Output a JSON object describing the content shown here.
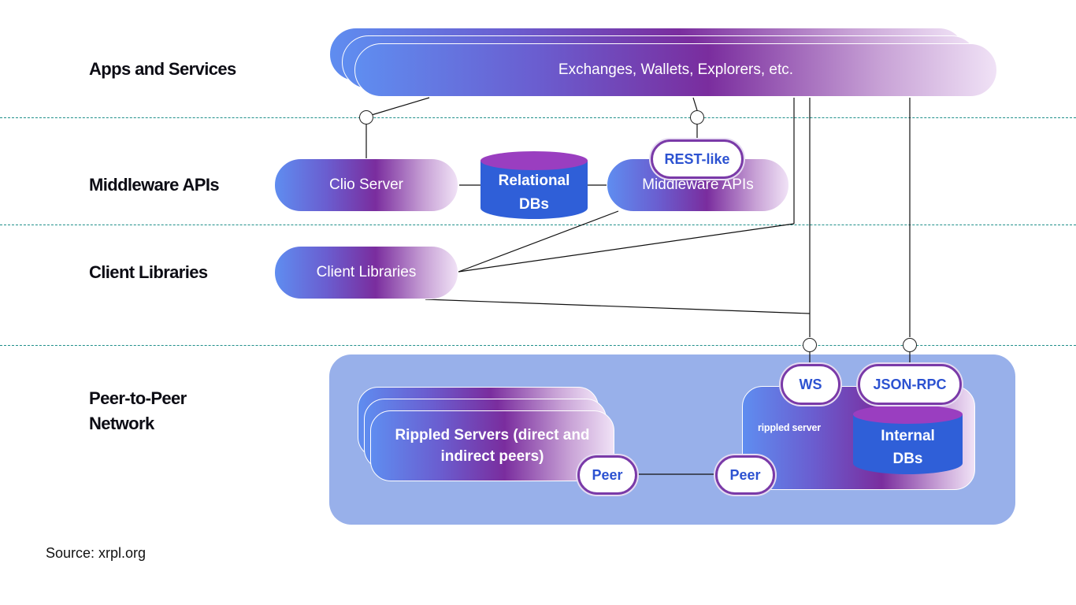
{
  "layers": {
    "apps": "Apps and Services",
    "middleware": "Middleware APIs",
    "client": "Client Libraries",
    "p2p_line1": "Peer-to-Peer",
    "p2p_line2": "Network"
  },
  "apps_pill": {
    "label": "Exchanges, Wallets, Explorers, etc."
  },
  "clio": {
    "label": "Clio Server"
  },
  "relational_db": {
    "line1": "Relational",
    "line2": "DBs"
  },
  "middleware_pill": {
    "label": "Middleware APIs"
  },
  "rest_badge": {
    "label": "REST-like"
  },
  "client_pill": {
    "label": "Client Libraries"
  },
  "rippled_servers": {
    "line1": "Rippled Servers (direct and",
    "line2": "indirect peers)"
  },
  "peer_left": {
    "label": "Peer"
  },
  "peer_right": {
    "label": "Peer"
  },
  "rippled_server": {
    "label": "rippled server"
  },
  "ws_badge": {
    "label": "WS"
  },
  "jsonrpc_badge": {
    "label": "JSON-RPC"
  },
  "internal_db": {
    "line1": "Internal",
    "line2": "DBs"
  },
  "source": "Source: xrpl.org",
  "colors": {
    "divider": "#1f8f8a",
    "panel": "#98b0ea",
    "db_blue": "#2f5fd8",
    "db_top": "#9a3ec0",
    "badge_text": "#2c52d1"
  }
}
